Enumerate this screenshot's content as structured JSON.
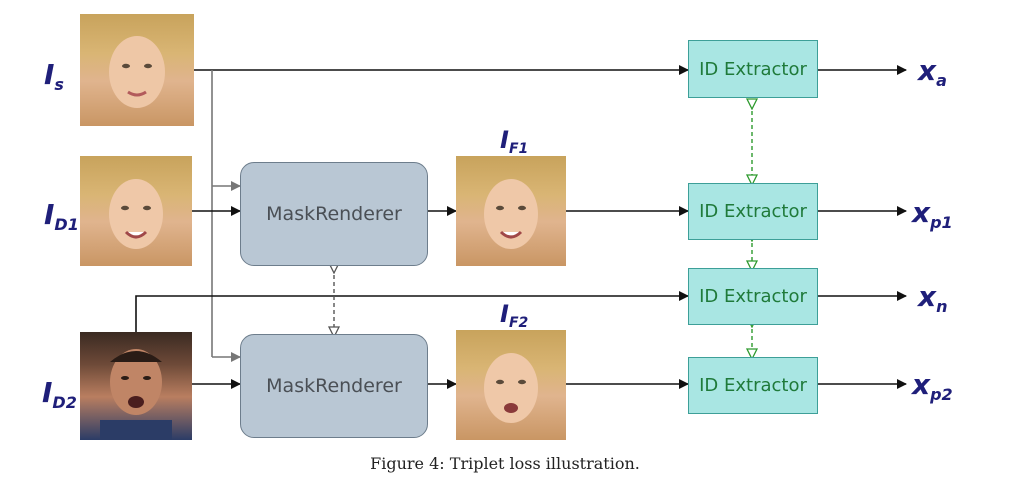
{
  "figure": {
    "caption": "Figure 4: Triplet loss illustration."
  },
  "inputs": [
    {
      "id": "is",
      "main": "I",
      "sub": "s",
      "face": "blonde"
    },
    {
      "id": "id1",
      "main": "I",
      "sub": "D1",
      "face": "blonde"
    },
    {
      "id": "id2",
      "main": "I",
      "sub": "D2",
      "face": "dark"
    }
  ],
  "fakes": [
    {
      "id": "if1",
      "main": "I",
      "sub": "F1",
      "face": "blonde"
    },
    {
      "id": "if2",
      "main": "I",
      "sub": "F2",
      "face": "blonde"
    }
  ],
  "renderers": [
    {
      "id": "mr1",
      "label": "MaskRenderer"
    },
    {
      "id": "mr2",
      "label": "MaskRenderer"
    }
  ],
  "extractors": [
    {
      "id": "ex1",
      "label": "ID Extractor"
    },
    {
      "id": "ex2",
      "label": "ID Extractor"
    },
    {
      "id": "ex3",
      "label": "ID Extractor"
    },
    {
      "id": "ex4",
      "label": "ID Extractor"
    }
  ],
  "outputs": [
    {
      "id": "xa",
      "main": "x",
      "sub": "a"
    },
    {
      "id": "xp1",
      "main": "x",
      "sub": "p1"
    },
    {
      "id": "xn",
      "main": "x",
      "sub": "n"
    },
    {
      "id": "xp2",
      "main": "x",
      "sub": "p2"
    }
  ],
  "colors": {
    "arrow": "#111111",
    "gray_arrow": "#777777",
    "green_dashed": "#2e9a2e",
    "gray_dashed": "#555555"
  }
}
